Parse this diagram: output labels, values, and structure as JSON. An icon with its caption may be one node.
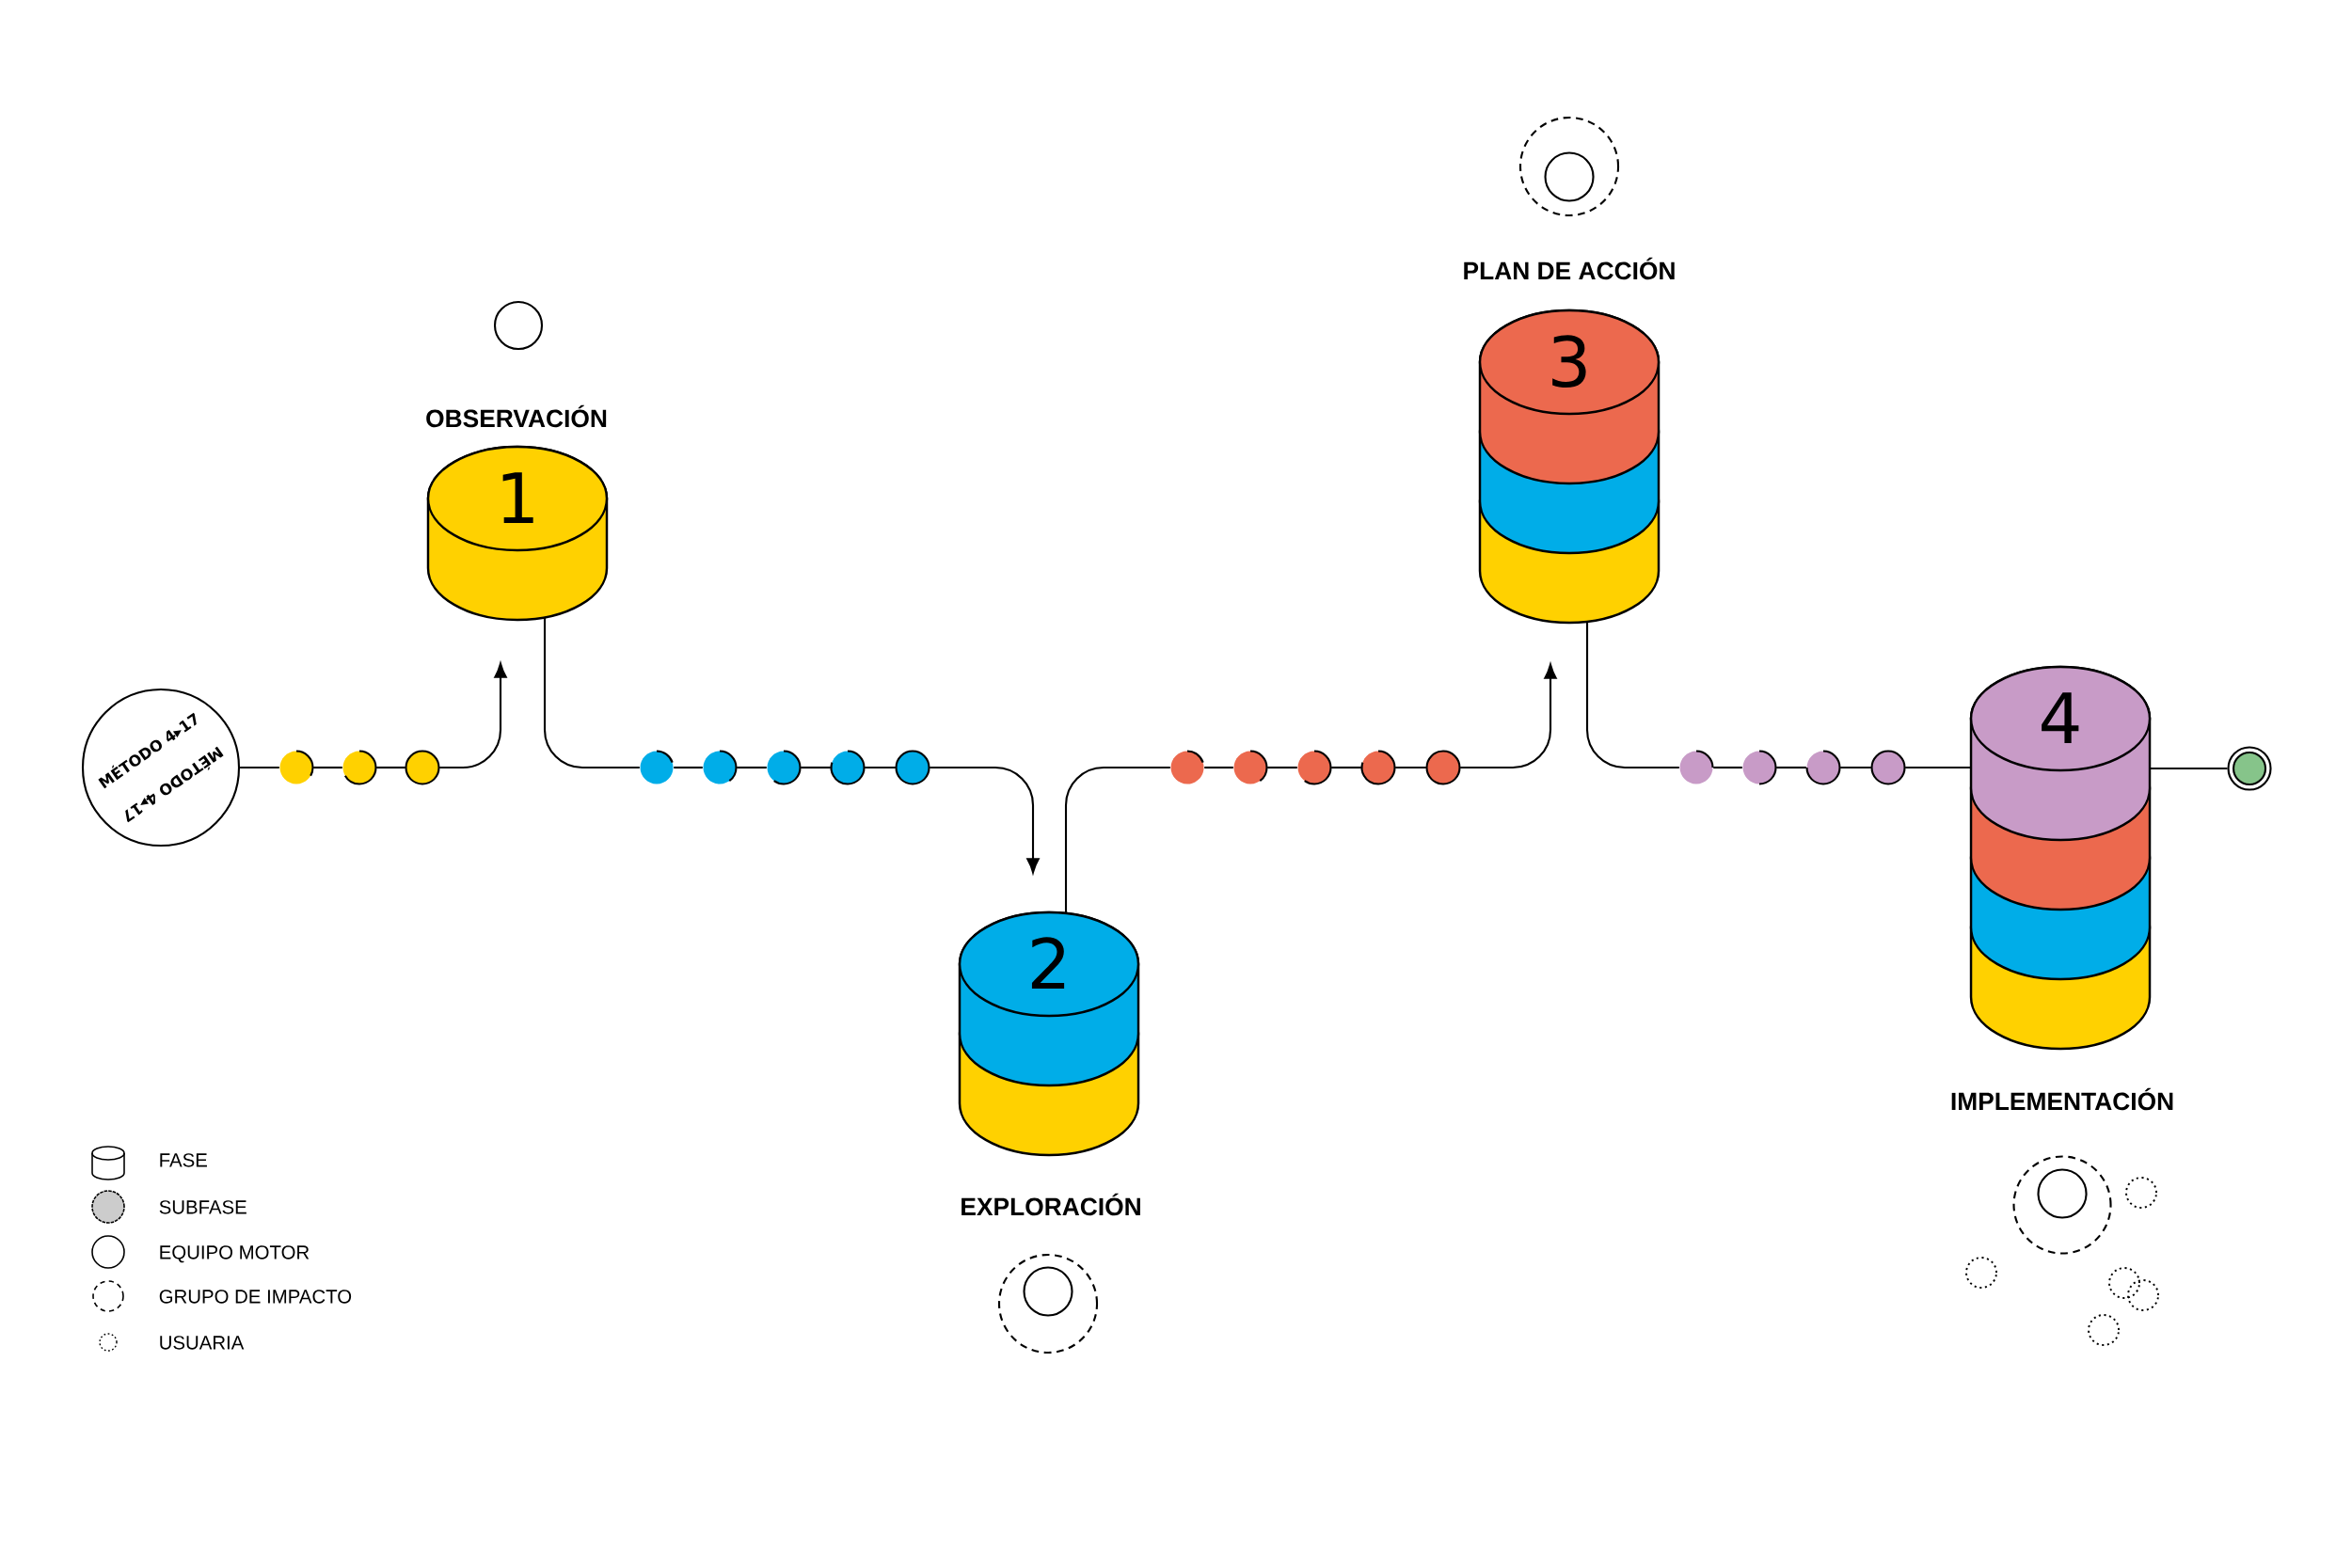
{
  "diagram": {
    "nodes": [
      {
        "text": [
          "MÉTODO 4▸17",
          "MÉTODO 4▸17"
        ]
      },
      {
        "text": [],
        "shape": "circle"
      },
      {
        "text": [],
        "shape": "circle"
      },
      {
        "text": [],
        "shape": "circle"
      },
      {
        "text": [
          "1"
        ],
        "beside": [
          "OBSERVACIÓN"
        ]
      },
      {
        "text": [],
        "shape": "circle"
      },
      {
        "text": [],
        "shape": "circle"
      },
      {
        "text": [],
        "shape": "circle"
      },
      {
        "text": [],
        "shape": "circle"
      },
      {
        "text": [],
        "shape": "circle"
      },
      {
        "text": [
          "2"
        ],
        "beside": [
          "EXPLORACIÓN"
        ]
      },
      {
        "text": [],
        "shape": "circle"
      },
      {
        "text": [],
        "shape": "circle"
      },
      {
        "text": [],
        "shape": "circle"
      },
      {
        "text": [],
        "shape": "circle"
      },
      {
        "text": [],
        "shape": "circle"
      },
      {
        "text": [
          "3"
        ],
        "beside": [
          "PLAN DE ACCIÓN"
        ]
      },
      {
        "text": [],
        "shape": "circle"
      },
      {
        "text": [],
        "shape": "circle"
      },
      {
        "text": [],
        "shape": "circle"
      },
      {
        "text": [],
        "shape": "circle"
      },
      {
        "text": [
          "4"
        ],
        "beside": [
          "IMPLEMENTACIÓN"
        ]
      },
      {
        "text": [],
        "shape": "circle"
      }
    ],
    "edges": [
      {
        "from": 0,
        "to": 1,
        "arrow": "none"
      },
      {
        "from": 1,
        "to": 2,
        "arrow": "none"
      },
      {
        "from": 2,
        "to": 3,
        "arrow": "none"
      },
      {
        "from": 3,
        "to": 4,
        "arrow": "to"
      },
      {
        "from": 4,
        "to": 5,
        "arrow": "none"
      },
      {
        "from": 5,
        "to": 6,
        "arrow": "none"
      },
      {
        "from": 6,
        "to": 7,
        "arrow": "none"
      },
      {
        "from": 7,
        "to": 8,
        "arrow": "none"
      },
      {
        "from": 8,
        "to": 9,
        "arrow": "none"
      },
      {
        "from": 9,
        "to": 10,
        "arrow": "to"
      },
      {
        "from": 10,
        "to": 11,
        "arrow": "none"
      },
      {
        "from": 11,
        "to": 12,
        "arrow": "none"
      },
      {
        "from": 12,
        "to": 13,
        "arrow": "none"
      },
      {
        "from": 13,
        "to": 14,
        "arrow": "none"
      },
      {
        "from": 14,
        "to": 15,
        "arrow": "none"
      },
      {
        "from": 15,
        "to": 16,
        "arrow": "to"
      },
      {
        "from": 16,
        "to": 17,
        "arrow": "none"
      },
      {
        "from": 17,
        "to": 18,
        "arrow": "none"
      },
      {
        "from": 18,
        "to": 19,
        "arrow": "none"
      },
      {
        "from": 19,
        "to": 20,
        "arrow": "none"
      },
      {
        "from": 20,
        "to": 21,
        "arrow": "none"
      },
      {
        "from": 21,
        "to": 22,
        "arrow": "none"
      }
    ],
    "legend": [
      {
        "text": "FASE"
      },
      {
        "text": "SUBFASE"
      },
      {
        "text": "EQUIPO MOTOR"
      },
      {
        "text": "GRUPO DE IMPACTO"
      },
      {
        "text": "USUARIA"
      }
    ]
  }
}
